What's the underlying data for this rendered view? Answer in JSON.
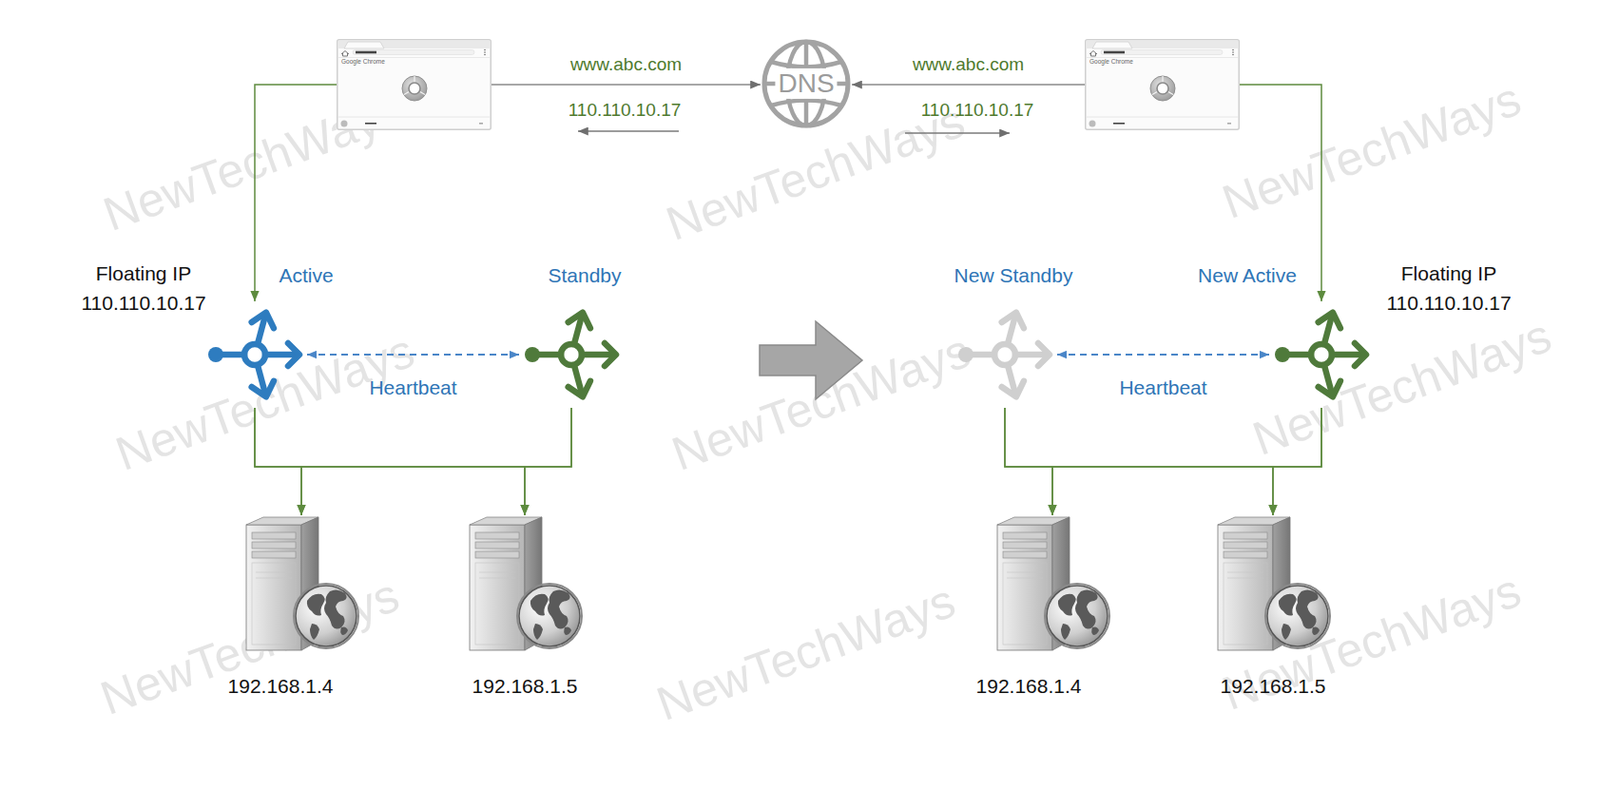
{
  "diagram": {
    "nodes": [
      {
        "text": [
          "Google Chrome"
        ]
      },
      {
        "text": [
          "DNS"
        ]
      },
      {
        "text": [
          "Google Chrome"
        ]
      },
      {
        "text": [
          "Active"
        ]
      },
      {
        "text": [
          "Standby"
        ]
      },
      {
        "text": [
          "192.168.1.4"
        ]
      },
      {
        "text": [
          "192.168.1.5"
        ]
      },
      {
        "text": [
          "New Standby"
        ]
      },
      {
        "text": [
          "New Active"
        ]
      },
      {
        "text": [
          "192.168.1.4"
        ]
      },
      {
        "text": [
          "192.168.1.5"
        ]
      }
    ],
    "edges": [
      {
        "from": 0,
        "to": 1,
        "label": "www.abc.com",
        "arrow": "to"
      },
      {
        "from": 2,
        "to": 1,
        "label": "www.abc.com",
        "arrow": "to"
      },
      {
        "from": 0,
        "to": 3,
        "arrow": "to"
      },
      {
        "from": 2,
        "to": 8,
        "arrow": "to"
      },
      {
        "from": 3,
        "to": 4,
        "label": "Heartbeat",
        "arrow": "both"
      },
      {
        "from": 7,
        "to": 8,
        "label": "Heartbeat",
        "arrow": "both"
      },
      {
        "from": 3,
        "to": 5,
        "arrow": "to"
      },
      {
        "from": 3,
        "to": 6,
        "arrow": "to"
      },
      {
        "from": 4,
        "to": 5,
        "arrow": "to"
      },
      {
        "from": 4,
        "to": 6,
        "arrow": "to"
      },
      {
        "from": 7,
        "to": 9,
        "arrow": "to"
      },
      {
        "from": 7,
        "to": 10,
        "arrow": "to"
      },
      {
        "from": 8,
        "to": 9,
        "arrow": "to"
      },
      {
        "from": 8,
        "to": 10,
        "arrow": "to"
      }
    ],
    "labels": [
      "110.110.10.17",
      "110.110.10.17",
      "Floating IP 110.110.10.17",
      "Floating IP 110.110.10.17",
      "NewTechWays",
      "NewTechWays",
      "NewTechWays",
      "NewTechWays",
      "NewTechWays",
      "NewTechWays",
      "NewTechWays",
      "NewTechWays",
      "NewTechWays"
    ]
  }
}
